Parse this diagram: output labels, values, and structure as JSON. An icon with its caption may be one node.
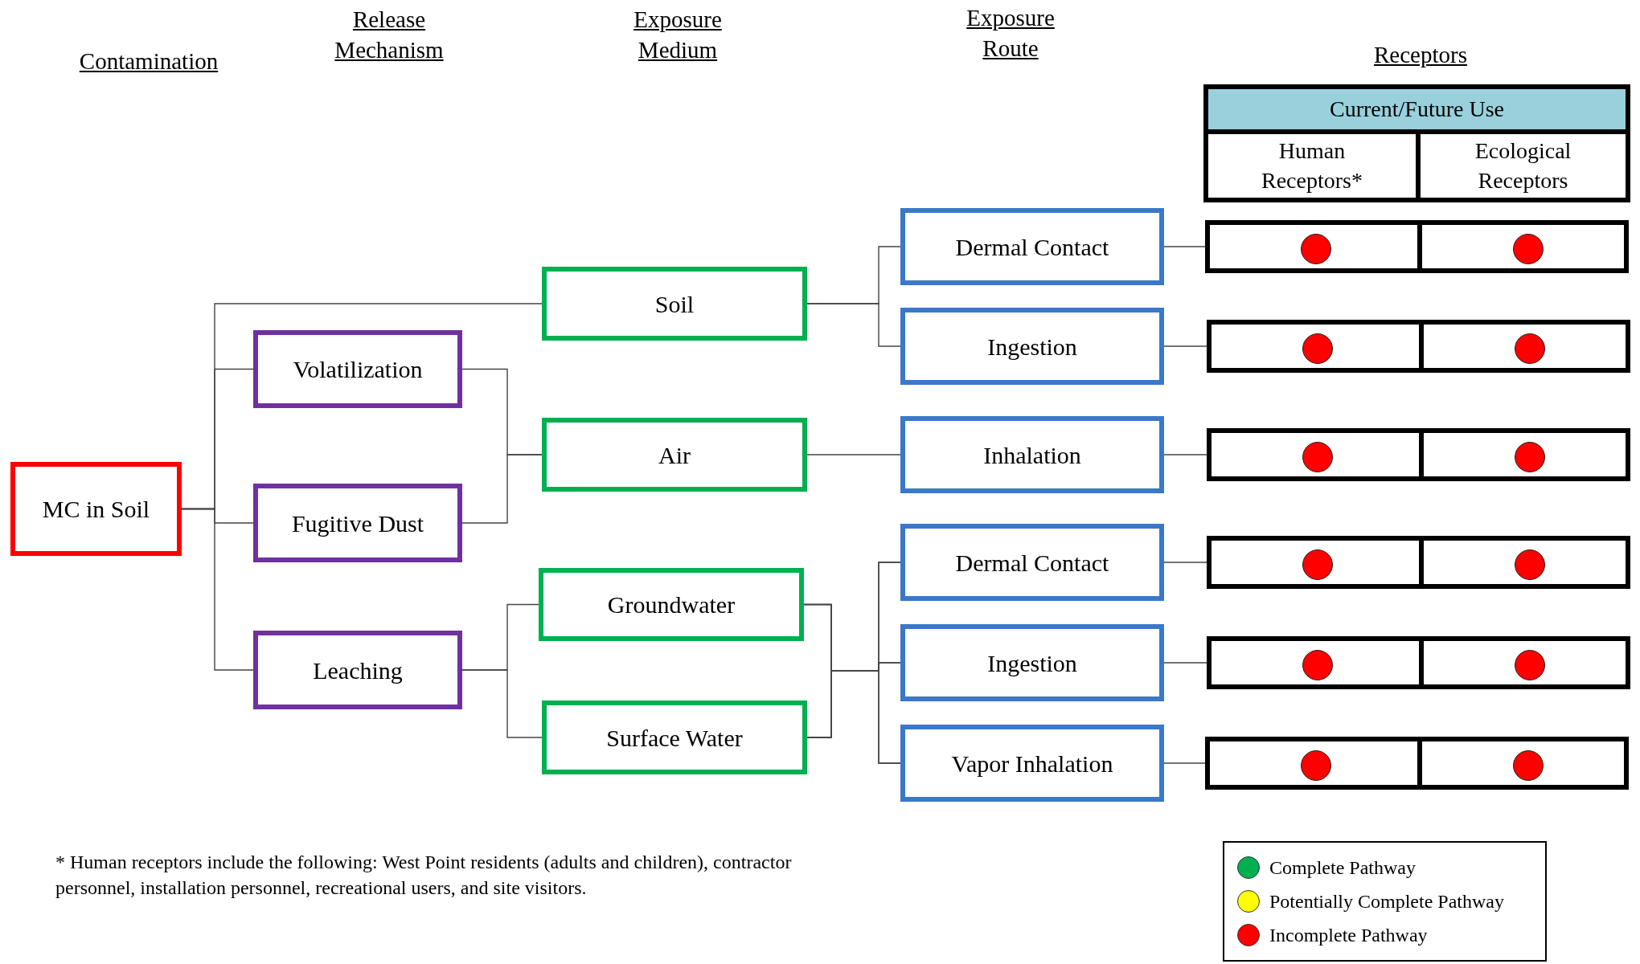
{
  "diagram": {
    "nodes": [
      {
        "text": [
          "MC in Soil"
        ]
      },
      {
        "text": [
          "Volatilization"
        ]
      },
      {
        "text": [
          "Fugitive Dust"
        ]
      },
      {
        "text": [
          "Leaching"
        ]
      },
      {
        "text": [
          "Soil"
        ]
      },
      {
        "text": [
          "Air"
        ]
      },
      {
        "text": [
          "Groundwater"
        ]
      },
      {
        "text": [
          "Surface Water"
        ]
      },
      {
        "text": [
          "Dermal Contact"
        ]
      },
      {
        "text": [
          "Ingestion"
        ]
      },
      {
        "text": [
          "Inhalation"
        ]
      },
      {
        "text": [
          "Dermal Contact"
        ]
      },
      {
        "text": [
          "Ingestion"
        ]
      },
      {
        "text": [
          "Vapor Inhalation"
        ]
      },
      {
        "text": [
          "Current/Future Use"
        ]
      },
      {
        "text": [
          "Human Receptors*"
        ]
      },
      {
        "text": [
          "Ecological Receptors"
        ]
      },
      {
        "text": [],
        "shape": "box"
      },
      {
        "text": [],
        "shape": "box"
      },
      {
        "text": [],
        "shape": "box"
      },
      {
        "text": [],
        "shape": "box"
      },
      {
        "text": [],
        "shape": "box"
      },
      {
        "text": [],
        "shape": "box"
      },
      {
        "text": [],
        "shape": "circle",
        "in": 17
      },
      {
        "text": [],
        "shape": "circle",
        "in": 17
      },
      {
        "text": [],
        "shape": "circle",
        "in": 18
      },
      {
        "text": [],
        "shape": "circle",
        "in": 18
      },
      {
        "text": [],
        "shape": "circle",
        "in": 19
      },
      {
        "text": [],
        "shape": "circle",
        "in": 19
      },
      {
        "text": [],
        "shape": "circle",
        "in": 20
      },
      {
        "text": [],
        "shape": "circle",
        "in": 20
      },
      {
        "text": [],
        "shape": "circle",
        "in": 21
      },
      {
        "text": [],
        "shape": "circle",
        "in": 21
      },
      {
        "text": [],
        "shape": "circle",
        "in": 22
      },
      {
        "text": [],
        "shape": "circle",
        "in": 22
      }
    ],
    "edges": [
      {
        "from": 0,
        "to": 4,
        "arrow": "none"
      },
      {
        "from": 0,
        "to": 1,
        "arrow": "none"
      },
      {
        "from": 0,
        "to": 2,
        "arrow": "none"
      },
      {
        "from": 0,
        "to": 3,
        "arrow": "none"
      },
      {
        "from": 1,
        "to": 5,
        "arrow": "none"
      },
      {
        "from": 2,
        "to": 5,
        "arrow": "none"
      },
      {
        "from": 3,
        "to": 6,
        "arrow": "none"
      },
      {
        "from": 3,
        "to": 7,
        "arrow": "none"
      },
      {
        "from": 4,
        "to": 8,
        "arrow": "none"
      },
      {
        "from": 4,
        "to": 9,
        "arrow": "none"
      },
      {
        "from": 5,
        "to": 10,
        "arrow": "none"
      },
      {
        "from": 6,
        "to": 11,
        "arrow": "none"
      },
      {
        "from": 6,
        "to": 12,
        "arrow": "none"
      },
      {
        "from": 6,
        "to": 13,
        "arrow": "none"
      },
      {
        "from": 7,
        "to": 11,
        "arrow": "none"
      },
      {
        "from": 7,
        "to": 12,
        "arrow": "none"
      },
      {
        "from": 7,
        "to": 13,
        "arrow": "none"
      },
      {
        "from": 8,
        "to": 17,
        "arrow": "none"
      },
      {
        "from": 9,
        "to": 18,
        "arrow": "none"
      },
      {
        "from": 10,
        "to": 19,
        "arrow": "none"
      },
      {
        "from": 11,
        "to": 20,
        "arrow": "none"
      },
      {
        "from": 12,
        "to": 21,
        "arrow": "none"
      },
      {
        "from": 13,
        "to": 22,
        "arrow": "none"
      }
    ],
    "labels": [
      "Release Mechanism",
      "Exposure Medium",
      "Exposure Route",
      "Contamination",
      "Receptors",
      "* Human receptors include the following: West Point residents (adults and children), contractor personnel, installation personnel, recreational users, and site visitors."
    ],
    "legend": [
      {
        "text": "Complete Pathway",
        "color": "#00b050"
      },
      {
        "text": "Potentially Complete Pathway",
        "color": "#ffff00"
      },
      {
        "text": "Incomplete Pathway",
        "color": "#ff0000"
      }
    ]
  }
}
